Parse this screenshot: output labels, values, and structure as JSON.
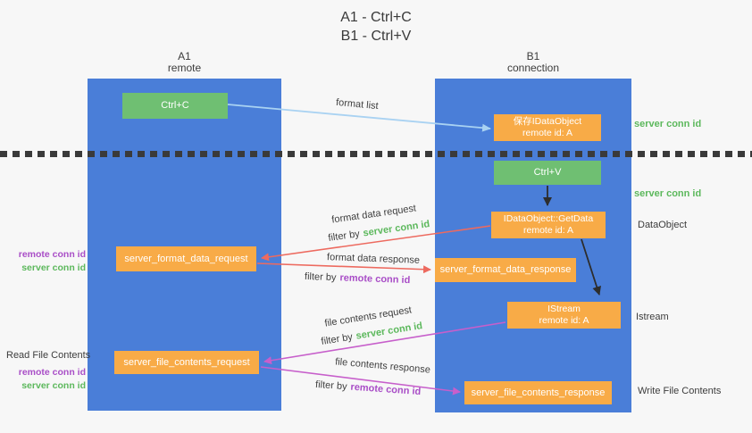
{
  "title": {
    "line1": "A1 - Ctrl+C",
    "line2": "B1 - Ctrl+V"
  },
  "columns": {
    "a1": {
      "name": "A1",
      "subtitle": "remote"
    },
    "b1": {
      "name": "B1",
      "subtitle": "connection"
    }
  },
  "nodes": {
    "ctrl_c": {
      "label": "Ctrl+C"
    },
    "ctrl_v": {
      "label": "Ctrl+V"
    },
    "save_idataobject": {
      "line1": "保存IDataObject",
      "line2": "remote id: A"
    },
    "idataobject_getdata": {
      "line1": "IDataObject::GetData",
      "line2": "remote id: A"
    },
    "istream": {
      "line1": "IStream",
      "line2": "remote id: A"
    },
    "server_format_data_request": {
      "label": "server_format_data_request"
    },
    "server_format_data_response": {
      "label": "server_format_data_response"
    },
    "server_file_contents_request": {
      "label": "server_file_contents_request"
    },
    "server_file_contents_response": {
      "label": "server_file_contents_response"
    }
  },
  "flow_labels": {
    "format_list": "format list",
    "format_data_request": {
      "text": "format data request",
      "filter_prefix": "filter by",
      "filter_key": "server conn id"
    },
    "format_data_response": {
      "text": "format data response",
      "filter_prefix": "filter by",
      "filter_key": "remote conn id"
    },
    "file_contents_request": {
      "text": "file contents request",
      "filter_prefix": "filter by",
      "filter_key": "server conn id"
    },
    "file_contents_response": {
      "text": "file contents response",
      "filter_prefix": "filter by",
      "filter_key": "remote conn id"
    }
  },
  "side_labels": {
    "left": {
      "format_remote_conn_id": "remote conn id",
      "format_server_conn_id": "server conn id",
      "read_file_contents": "Read File Contents",
      "file_remote_conn_id": "remote conn id",
      "file_server_conn_id": "server conn id"
    },
    "right": {
      "server_conn_id_top": "server conn id",
      "server_conn_id_mid": "server conn id",
      "dataobject": "DataObject",
      "istream": "Istream",
      "write_file_contents": "Write File Contents"
    }
  },
  "colors": {
    "lane_blue": "#4a7ed8",
    "box_orange": "#f8ab47",
    "box_green": "#6fbf72",
    "arrow_lightblue": "#a9d2f2",
    "arrow_black": "#2d2d2d",
    "arrow_red": "#ed6a5f",
    "arrow_magenta": "#c75fcb",
    "label_green": "#5cb85c",
    "label_purple": "#a94ec7",
    "text_dark": "#3c3c3c",
    "background": "#f7f7f7"
  }
}
